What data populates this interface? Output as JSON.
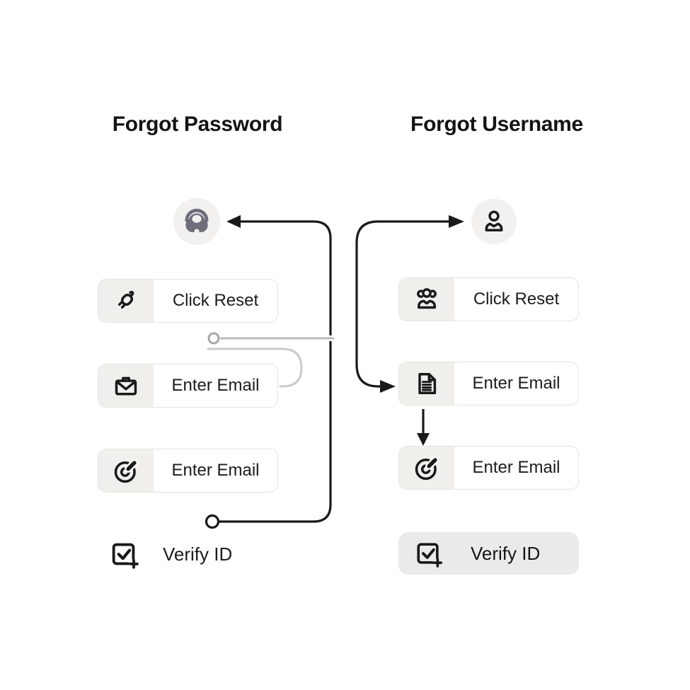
{
  "left_flow": {
    "title": "Forgot Password",
    "avatar_icon": "padlock-icon",
    "steps": [
      {
        "label": "Click Reset",
        "icon": "plug-icon"
      },
      {
        "label": "Enter Email",
        "icon": "mail-icon"
      },
      {
        "label": "Enter Email",
        "icon": "target-icon"
      },
      {
        "label": "Verify ID",
        "icon": "checkbox-plus-icon"
      }
    ]
  },
  "right_flow": {
    "title": "Forgot Username",
    "avatar_icon": "user-icon",
    "steps": [
      {
        "label": "Click Reset",
        "icon": "users-icon"
      },
      {
        "label": "Enter Email",
        "icon": "document-icon"
      },
      {
        "label": "Enter Email",
        "icon": "target-icon"
      },
      {
        "label": "Verify ID",
        "icon": "checkbox-plus-icon"
      }
    ]
  },
  "colors": {
    "line": "#1a1a1a",
    "muted_line": "#cccac8",
    "card_border": "#e6e4e2",
    "icon_box_bg": "#f1efec",
    "circle_bg": "#f2f1f0",
    "avatar_fill": "#6f6e7b",
    "muted_card_bg": "#eceae8",
    "text": "#1c1c1c"
  }
}
